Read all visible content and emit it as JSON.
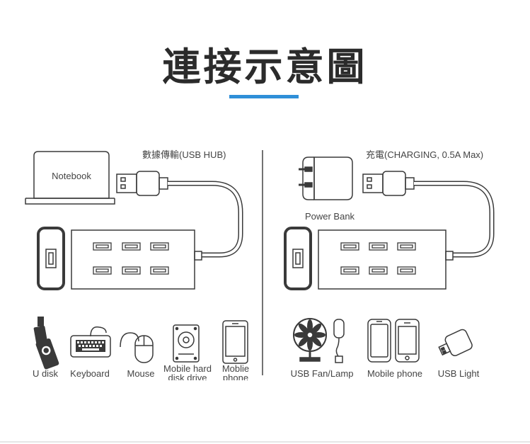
{
  "title": "連接示意圖",
  "left_panel": {
    "header": "數據傳輸(USB HUB)",
    "host_label": "Notebook",
    "devices": [
      "U disk",
      "Keyboard",
      "Mouse",
      "Mobile hard disk drive",
      "Moblie phone"
    ]
  },
  "right_panel": {
    "header": "充電(CHARGING, 0.5A Max)",
    "host_label": "Power Bank",
    "devices": [
      "USB Fan/Lamp",
      "Mobile phone",
      "USB Light"
    ]
  },
  "colors": {
    "accent": "#2f8fd8",
    "stroke": "#3a3a3a"
  }
}
